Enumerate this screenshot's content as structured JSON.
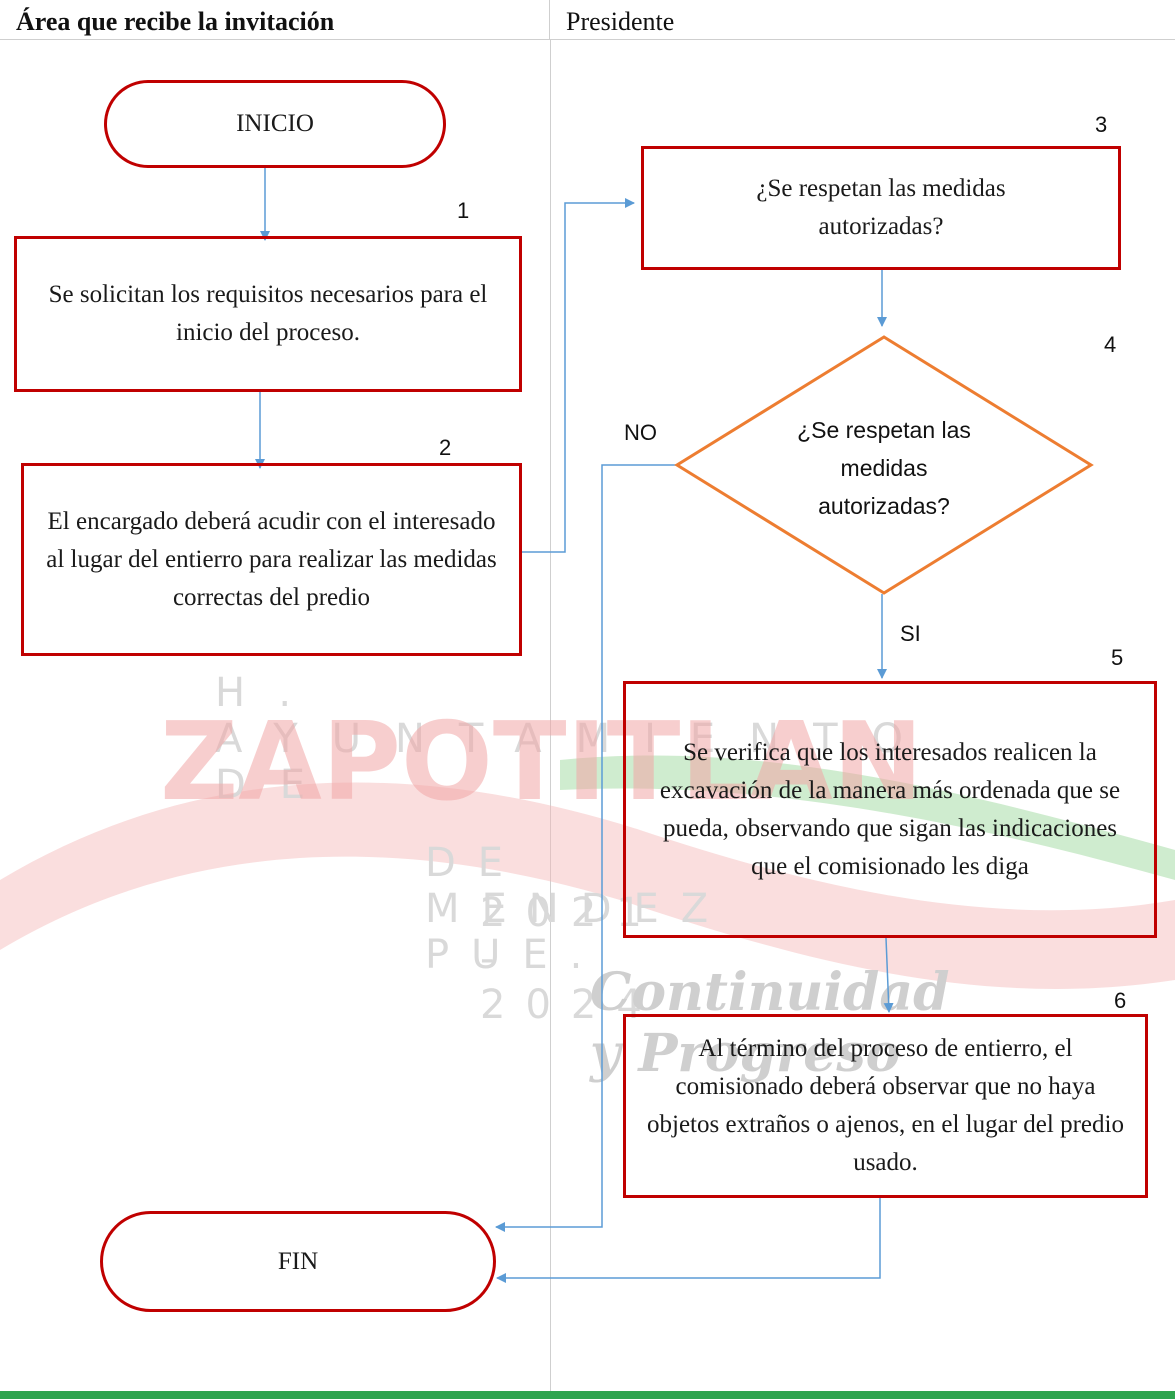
{
  "lanes": {
    "left": "Área que recibe la invitación",
    "right": "Presidente"
  },
  "watermark": {
    "line1": "H. AYUNTAMIENTO DE",
    "line2": "ZAPOTITLAN",
    "line3": "DE MENDEZ PUE.",
    "line4": "2021 - 2024",
    "line5": "Continuidad y Progreso"
  },
  "nodes": {
    "start": {
      "text": "INICIO"
    },
    "step1": {
      "num": "1",
      "text": "Se solicitan los requisitos necesarios para el inicio del proceso."
    },
    "step2": {
      "num": "2",
      "text": "El encargado deberá acudir con el interesado al lugar del entierro para realizar las medidas correctas del predio"
    },
    "step3": {
      "num": "3",
      "text": "¿Se respetan las medidas autorizadas?"
    },
    "step4": {
      "num": "4",
      "text": "¿Se respetan las medidas autorizadas?"
    },
    "step5": {
      "num": "5",
      "text": "Se verifica que los interesados realicen la excavación de la manera más ordenada que se pueda, observando que sigan las indicaciones que el comisionado les diga"
    },
    "step6": {
      "num": "6",
      "text": "Al término del proceso de entierro, el comisionado deberá observar que no haya objetos extraños o ajenos, en el lugar del predio usado."
    },
    "end": {
      "text": "FIN"
    }
  },
  "edges": {
    "no_label": "NO",
    "yes_label": "SI"
  },
  "colors": {
    "process_border": "#c00000",
    "decision_border": "#ed7d31",
    "connector": "#5b9bd5",
    "footer_bar": "#2ea44f"
  }
}
